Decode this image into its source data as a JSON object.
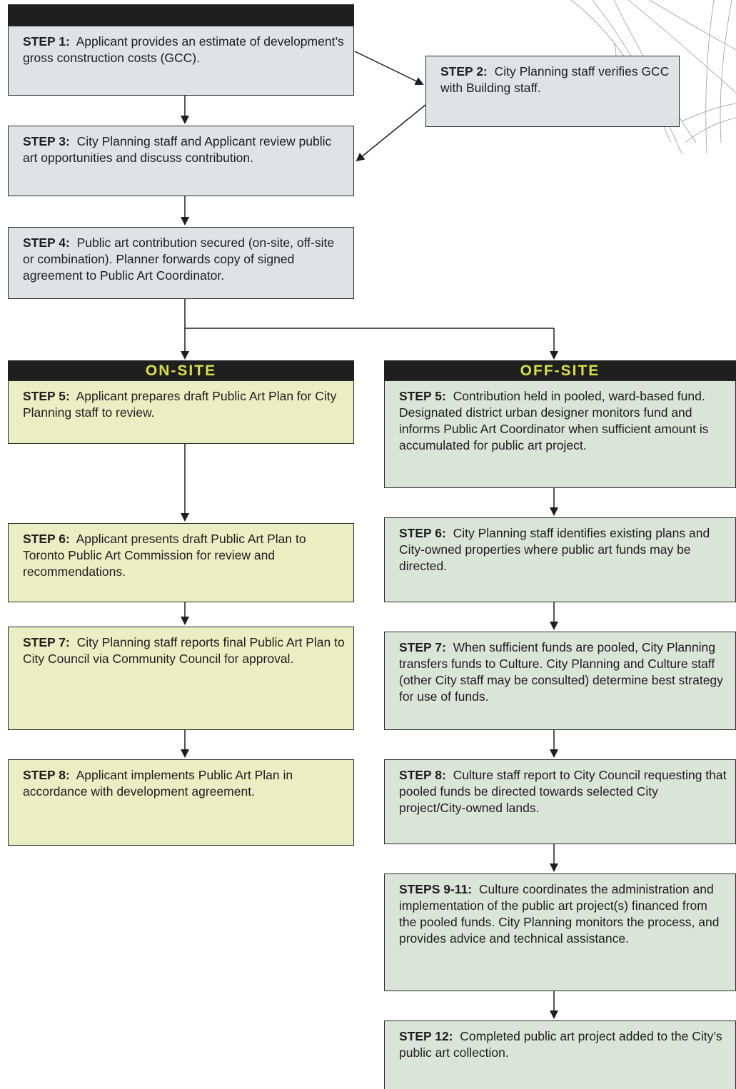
{
  "steps": {
    "s1": {
      "label": "STEP 1:",
      "text": "Applicant provides an estimate of development’s gross construction costs (GCC)."
    },
    "s2": {
      "label": "STEP 2:",
      "text": "City Planning staff verifies GCC with Building staff."
    },
    "s3": {
      "label": "STEP 3:",
      "text": "City Planning staff and Applicant review public art opportunities and discuss contribution."
    },
    "s4": {
      "label": "STEP 4:",
      "text": "Public art contribution secured (on-site, off-site or combination). Planner forwards copy of signed agreement to Public Art Coordinator."
    }
  },
  "onsite": {
    "header": "ON-SITE",
    "s5": {
      "label": "STEP 5:",
      "text": "Applicant prepares draft Public Art Plan for City Planning staff to review."
    },
    "s6": {
      "label": "STEP 6:",
      "text": "Applicant presents draft Public Art Plan to Toronto Public Art Commission for review and recommendations."
    },
    "s7": {
      "label": "STEP 7:",
      "text": "City Planning staff reports final Public Art Plan to City Council via Community Council for approval."
    },
    "s8": {
      "label": "STEP 8:",
      "text": "Applicant implements Public Art Plan in accordance with development agreement."
    }
  },
  "offsite": {
    "header": "OFF-SITE",
    "s5": {
      "label": "STEP 5:",
      "text": "Contribution held in pooled, ward-based fund. Designated district urban designer monitors fund and informs Public Art Coordinator when sufficient amount is accumulated for public art project."
    },
    "s6": {
      "label": "STEP 6:",
      "text": "City Planning staff identifies existing plans and City-owned properties where public art funds may be directed."
    },
    "s7": {
      "label": "STEP 7:",
      "text": "When sufficient funds are pooled, City Planning transfers funds to Culture. City Planning and Culture staff (other City staff may be consulted) determine best strategy for use of funds."
    },
    "s8": {
      "label": "STEP 8:",
      "text": "Culture staff report to City Council requesting that pooled funds be directed towards selected City project/City-owned lands."
    },
    "s9": {
      "label": "STEPS 9-11:",
      "text": "Culture coordinates the administration and implementation of the public art project(s) financed from the pooled funds. City Planning monitors the process, and provides advice and technical assistance."
    },
    "s12": {
      "label": "STEP 12:",
      "text": "Completed public art project added to the City’s public art collection."
    }
  },
  "colors": {
    "gray": "#e1e2e5",
    "yellow": "#eaefc3",
    "green": "#dbe4d8",
    "header_text": "#d8e04a",
    "header_bg": "#1f1f1f"
  }
}
